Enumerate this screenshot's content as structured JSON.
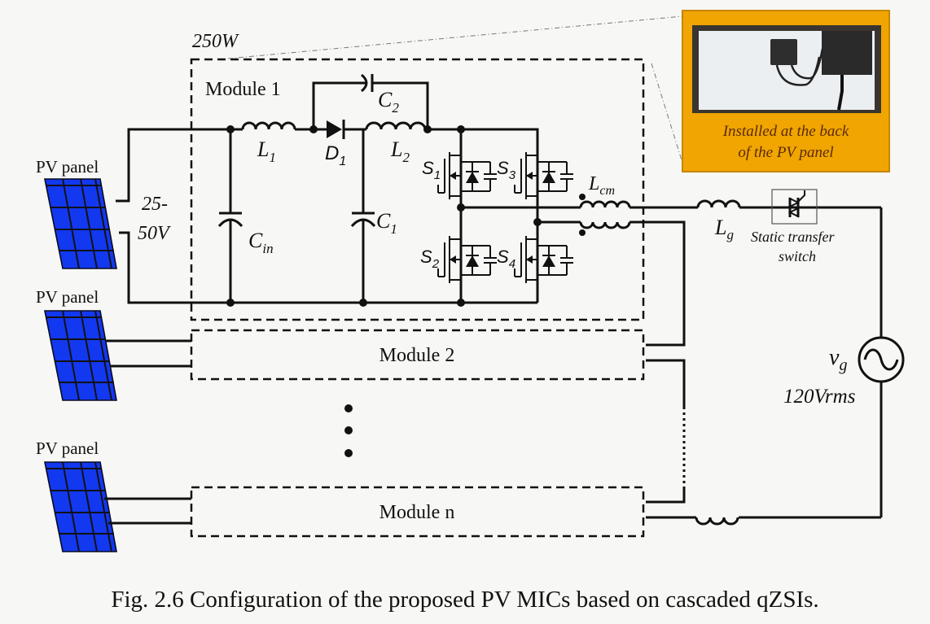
{
  "figure": {
    "caption": "Fig. 2.6  Configuration of the proposed PV MICs based on cascaded qZSIs.",
    "power_rating": "250W"
  },
  "pv_panels": [
    {
      "label": "PV panel",
      "voltage_label_line1": "25-",
      "voltage_label_line2": "50V"
    },
    {
      "label": "PV panel"
    },
    {
      "label": "PV panel"
    }
  ],
  "modules": [
    {
      "label": "Module 1"
    },
    {
      "label": "Module 2"
    },
    {
      "label": "Module n"
    }
  ],
  "ellipsis": "⋮",
  "components": {
    "L1": {
      "main": "L",
      "sub": "1"
    },
    "L2": {
      "main": "L",
      "sub": "2"
    },
    "D1": {
      "main": "D",
      "sub": "1"
    },
    "C1": {
      "main": "C",
      "sub": "1"
    },
    "C2": {
      "main": "C",
      "sub": "2"
    },
    "Cin": {
      "main": "C",
      "sub": "in"
    },
    "S1": {
      "main": "S",
      "sub": "1"
    },
    "S2": {
      "main": "S",
      "sub": "2"
    },
    "S3": {
      "main": "S",
      "sub": "3"
    },
    "S4": {
      "main": "S",
      "sub": "4"
    },
    "Lcm": {
      "main": "L",
      "sub": "cm"
    },
    "Lg": {
      "main": "L",
      "sub": "g"
    }
  },
  "grid": {
    "source_main": "v",
    "source_sub": "g",
    "voltage": "120Vrms",
    "switch_label_line1": "Static transfer",
    "switch_label_line2": "switch"
  },
  "inset": {
    "caption_line1": "Installed at the back",
    "caption_line2": "of the PV panel",
    "frame_color": "#f0a500",
    "caption_color": "#5a2a0a"
  },
  "colors": {
    "panel_blue": "#1238f0",
    "wire": "#111111",
    "background": "#f7f7f5"
  }
}
